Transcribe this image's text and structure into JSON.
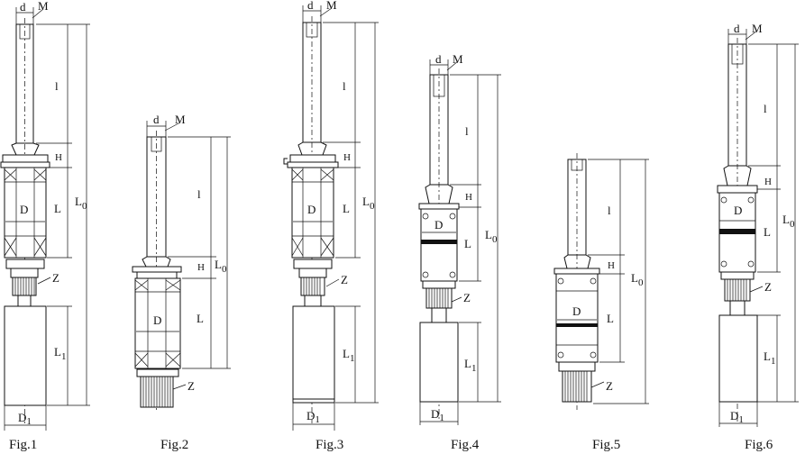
{
  "figures": [
    {
      "caption": "Fig.1",
      "labels": {
        "d": "d",
        "M": "M",
        "l": "l",
        "H": "H",
        "D": "D",
        "L": "L",
        "L0": "L",
        "L0sub": "0",
        "Z": "Z",
        "L1": "L",
        "L1sub": "1",
        "D1": "D",
        "D1sub": "1"
      }
    },
    {
      "caption": "Fig.2",
      "labels": {
        "d": "d",
        "M": "M",
        "l": "l",
        "H": "H",
        "D": "D",
        "L": "L",
        "L0": "L",
        "L0sub": "0",
        "Z": "Z"
      }
    },
    {
      "caption": "Fig.3",
      "labels": {
        "d": "d",
        "M": "M",
        "l": "l",
        "H": "H",
        "D": "D",
        "L": "L",
        "L0": "L",
        "L0sub": "0",
        "Z": "Z",
        "L1": "L",
        "L1sub": "1",
        "D1": "D",
        "D1sub": "1"
      }
    },
    {
      "caption": "Fig.4",
      "labels": {
        "d": "d",
        "M": "M",
        "l": "l",
        "H": "H",
        "D": "D",
        "L": "L",
        "L0": "L",
        "L0sub": "0",
        "Z": "Z",
        "L1": "L",
        "L1sub": "1",
        "D1": "D",
        "D1sub": "1"
      }
    },
    {
      "caption": "Fig.5",
      "labels": {
        "l": "l",
        "H": "H",
        "D": "D",
        "L": "L",
        "L0": "L",
        "L0sub": "0",
        "Z": "Z"
      }
    },
    {
      "caption": "Fig.6",
      "labels": {
        "d": "d",
        "M": "M",
        "l": "l",
        "H": "H",
        "D": "D",
        "L": "L",
        "L0": "L",
        "L0sub": "0",
        "Z": "Z",
        "L1": "L",
        "L1sub": "1",
        "D1": "D",
        "D1sub": "1"
      }
    }
  ]
}
